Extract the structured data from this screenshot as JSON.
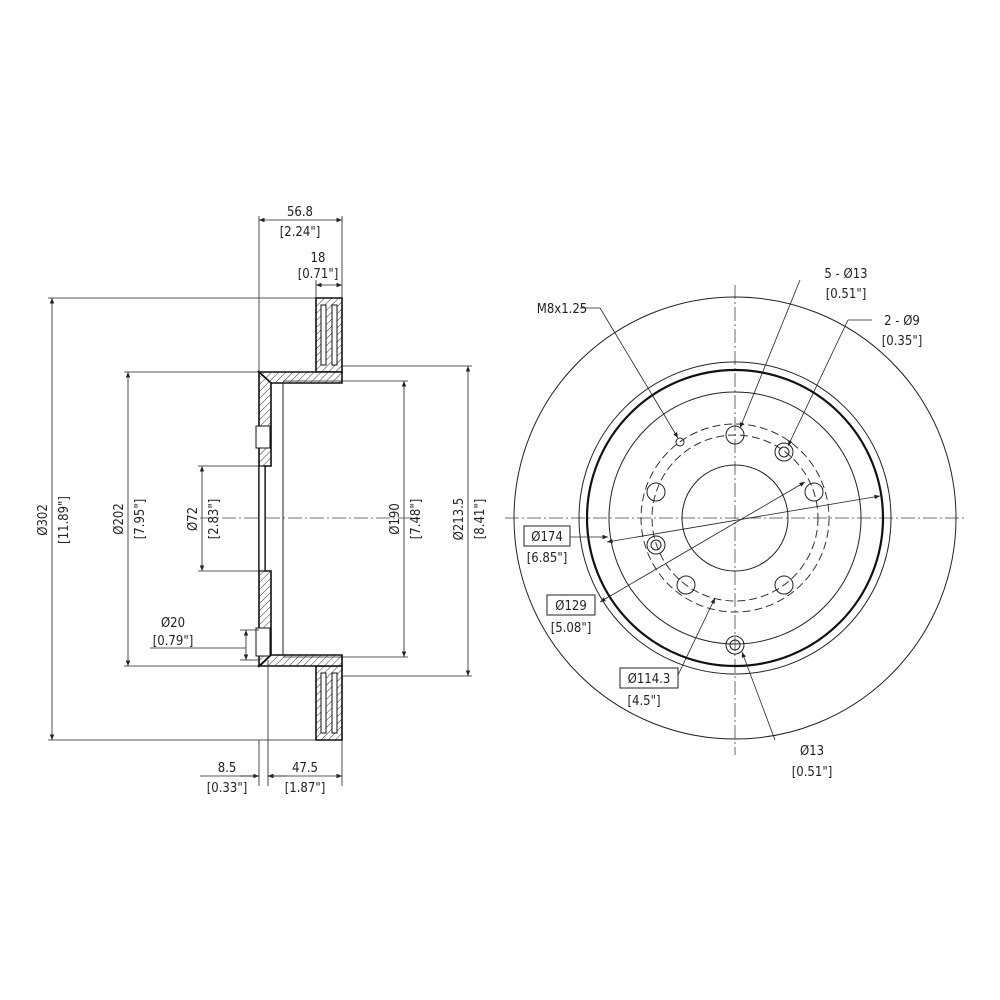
{
  "side_view": {
    "overall_width": {
      "mm": "56.8",
      "in": "[2.24\"]"
    },
    "rotor_thickness": {
      "mm": "18",
      "in": "[0.71\"]"
    },
    "outer_diameter": {
      "mm": "Ø302",
      "in": "[11.89\"]"
    },
    "hat_diameter": {
      "mm": "Ø202",
      "in": "[7.95\"]"
    },
    "center_bore": {
      "mm": "Ø72",
      "in": "[2.83\"]"
    },
    "inner_hat_diameter": {
      "mm": "Ø190",
      "in": "[7.48\"]"
    },
    "drum_diameter": {
      "mm": "Ø213.5",
      "in": "[8.41\"]"
    },
    "pilot_diameter": {
      "mm": "Ø20",
      "in": "[0.79\"]"
    },
    "hub_thickness": {
      "mm": "8.5",
      "in": "[0.33\"]"
    },
    "hat_height": {
      "mm": "47.5",
      "in": "[1.87\"]"
    }
  },
  "front_view": {
    "thread": {
      "mm": "M8x1.25"
    },
    "stud_holes": {
      "mm": "5 - Ø13",
      "in": "[0.51\"]"
    },
    "locating_holes": {
      "mm": "2 - Ø9",
      "in": "[0.35\"]"
    },
    "circle_174": {
      "mm": "Ø174",
      "in": "[6.85\"]"
    },
    "circle_129": {
      "mm": "Ø129",
      "in": "[5.08\"]"
    },
    "bolt_circle": {
      "mm": "Ø114.3",
      "in": "[4.5\"]"
    },
    "single_hole": {
      "mm": "Ø13",
      "in": "[0.51\"]"
    }
  }
}
